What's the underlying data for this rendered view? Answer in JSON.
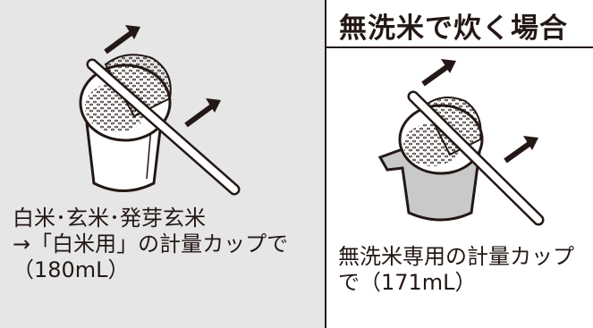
{
  "left": {
    "illustration": "white-rice-measuring-cup-icon",
    "caption_lines": [
      "白米･玄米･発芽玄米",
      "→「白米用」の計量カップで",
      "（180mL）"
    ],
    "background_color": "#e6e6e6"
  },
  "right": {
    "title": "無洗米で炊く場合",
    "illustration": "musenmai-measuring-cup-icon",
    "caption_lines": [
      "無洗米専用の計量カップ",
      "で（171mL）"
    ]
  },
  "colors": {
    "ink": "#231815",
    "cup_shade": "#c9c9c9"
  }
}
